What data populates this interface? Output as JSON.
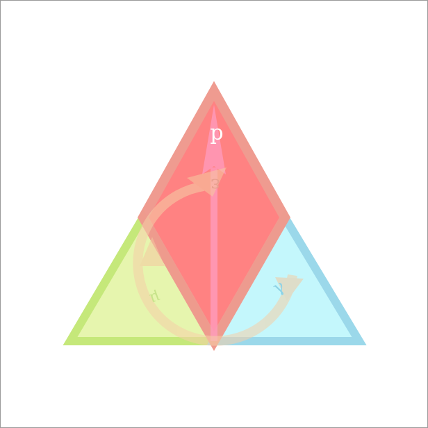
{
  "diagram": {
    "labels": {
      "top": "p",
      "center": "ε",
      "left": "μ",
      "right": "γ"
    },
    "colors": {
      "left_fill": "#E6F5AE",
      "left_stroke": "#C5E87A",
      "right_fill": "#C4F7FC",
      "right_stroke": "#9BD8EA",
      "center_fill": "#FF8080",
      "center_stroke": "#EF9A8E",
      "arrow_vertical": "#FF8FB0",
      "arrow_ring": "#F5C9A0",
      "label_top_color": "#FFFFFF",
      "label_other_color": "#E8A090"
    }
  }
}
